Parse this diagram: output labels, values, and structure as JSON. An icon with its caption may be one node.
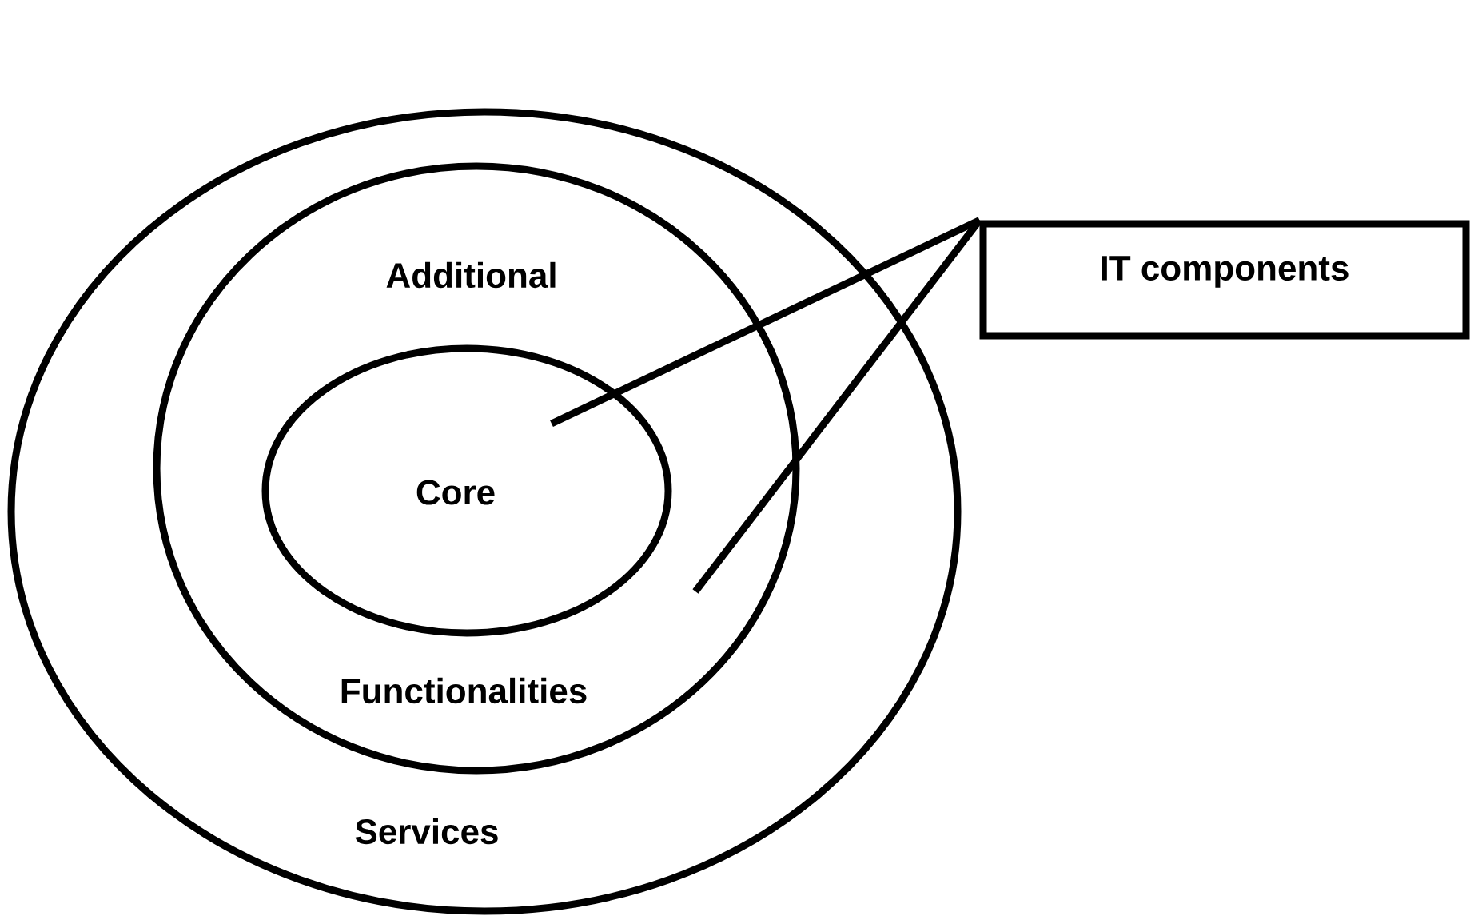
{
  "diagram": {
    "nodes": [
      {
        "text": [
          "Services"
        ]
      },
      {
        "text": [
          "Additional",
          "Functionalities"
        ],
        "in": 0
      },
      {
        "text": [
          "Core"
        ],
        "in": 1
      },
      {
        "text": [
          "IT components"
        ]
      }
    ],
    "edges": [
      {
        "from": 3,
        "to": 2,
        "arrow": "none"
      },
      {
        "from": 3,
        "to": 1,
        "arrow": "none"
      }
    ]
  }
}
